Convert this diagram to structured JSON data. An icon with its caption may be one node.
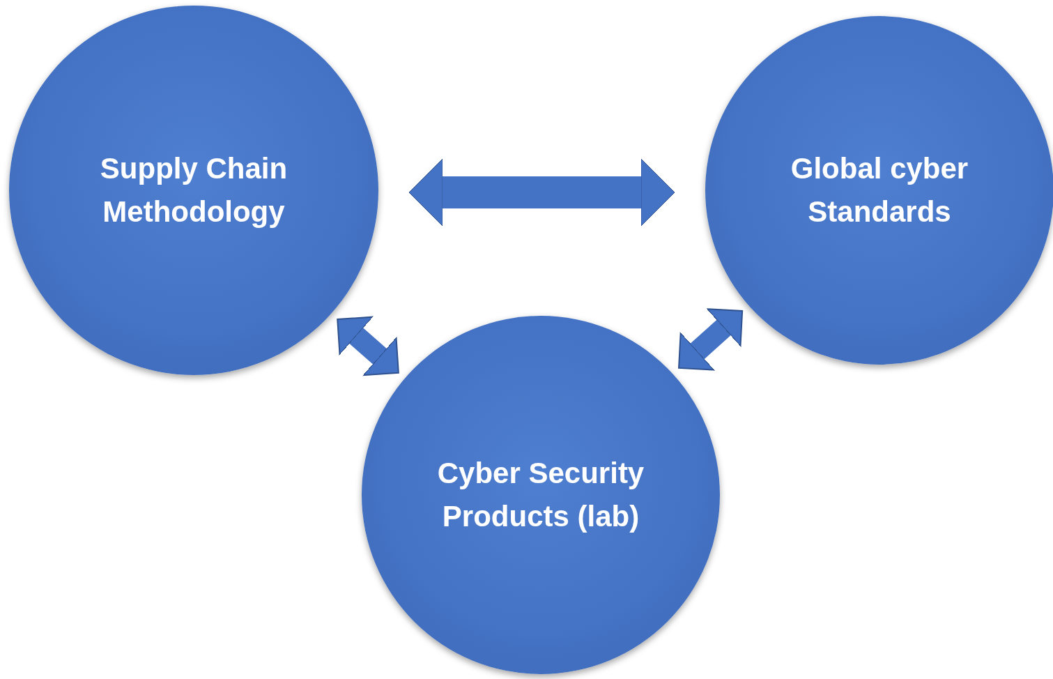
{
  "diagram": {
    "nodes": [
      {
        "text": [
          "Supply Chain Methodology"
        ]
      },
      {
        "text": [
          "Global cyber Standards"
        ]
      },
      {
        "text": [
          "Cyber Security Products (lab)"
        ]
      }
    ],
    "edges": [
      {
        "from": 0,
        "to": 1,
        "arrow": "both"
      },
      {
        "from": 0,
        "to": 2,
        "arrow": "both"
      },
      {
        "from": 1,
        "to": 2,
        "arrow": "both"
      }
    ]
  }
}
